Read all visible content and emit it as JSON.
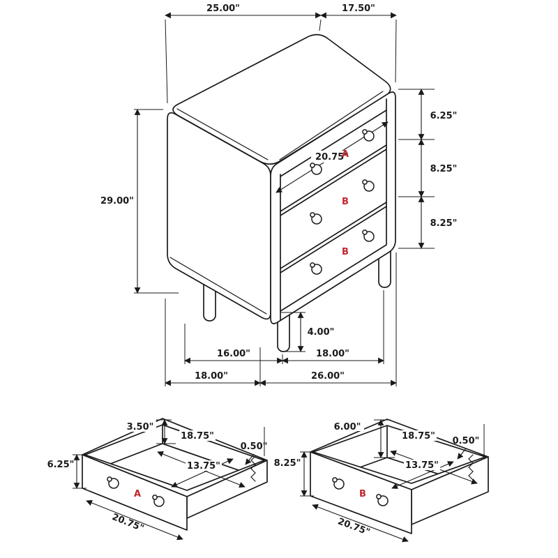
{
  "colors": {
    "line": "#1a1a1a",
    "accent": "#c1272d",
    "background": "#ffffff"
  },
  "chest": {
    "dims": {
      "top_width": "25.00\"",
      "top_depth": "17.50\"",
      "overall_height": "29.00\"",
      "drawer_front_width": "20.75\"",
      "top_drawer_front_height": "6.25\"",
      "middle_drawer_front_height": "8.25\"",
      "bottom_drawer_front_height": "8.25\"",
      "leg_height": "4.00\"",
      "leg_spacing_side": "16.00\"",
      "leg_spacing_front": "18.00\"",
      "base_depth": "18.00\"",
      "base_width": "26.00\""
    },
    "drawer_labels": {
      "top": "A",
      "middle": "B",
      "bottom": "B"
    }
  },
  "drawer_a_detail": {
    "label": "A",
    "interior_depth": "3.50\"",
    "interior_width": "18.75\"",
    "wall_thickness": "0.50\"",
    "interior_front_to_back": "13.75\"",
    "front_height": "6.25\"",
    "outer_width": "20.75\""
  },
  "drawer_b_detail": {
    "label": "B",
    "interior_depth": "6.00\"",
    "interior_width": "18.75\"",
    "wall_thickness": "0.50\"",
    "interior_front_to_back": "13.75\"",
    "front_height": "8.25\"",
    "outer_width": "20.75\""
  }
}
